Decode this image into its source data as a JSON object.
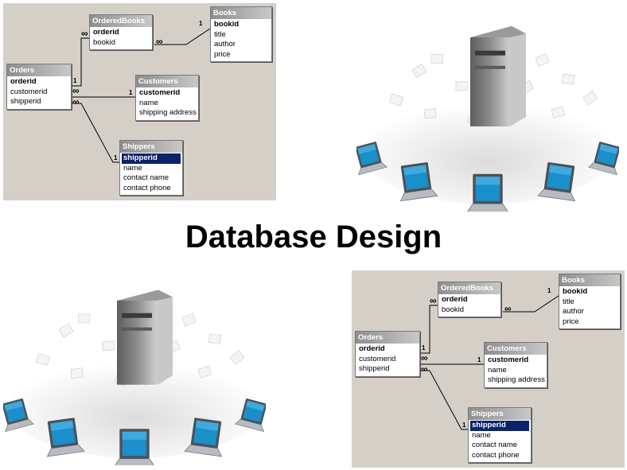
{
  "title": "Database Design",
  "er_diagram": {
    "tables": {
      "orderedbooks": {
        "name": "OrderedBooks",
        "fields": [
          "orderid",
          "bookid"
        ]
      },
      "books": {
        "name": "Books",
        "fields": [
          "bookid",
          "title",
          "author",
          "price"
        ]
      },
      "orders": {
        "name": "Orders",
        "fields": [
          "orderid",
          "customerid",
          "shipperid"
        ]
      },
      "customers": {
        "name": "Customers",
        "fields": [
          "customerid",
          "name",
          "shipping address"
        ]
      },
      "shippers": {
        "name": "Shippers",
        "fields": [
          "shipperid",
          "name",
          "contact name",
          "contact phone"
        ]
      }
    },
    "one_label": "1",
    "many_label": "∞"
  },
  "illustration": {
    "subject": "server-network-icon",
    "screen_color": "#1a8fc9",
    "server_color": "#8c8c8c"
  }
}
